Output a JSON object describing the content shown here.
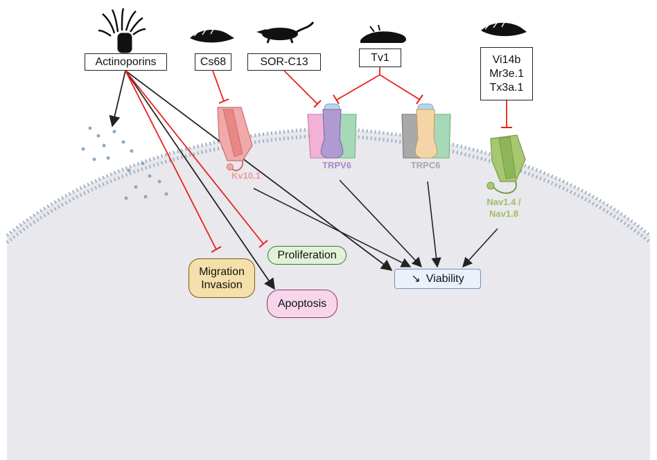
{
  "toxins": {
    "actinoporins": "Actinoporins",
    "cs68": "Cs68",
    "sor_c13": "SOR-C13",
    "tv1": "Tv1",
    "vi14b": "Vi14b",
    "mr3e1": "Mr3e.1",
    "tx3a1": "Tx3a.1"
  },
  "channels": {
    "kv101": "Kv10.1",
    "trpv6": "TRPV6",
    "trpc6": "TRPC6",
    "nav14": "Nav1.4 /",
    "nav18": "Nav1.8"
  },
  "outcomes": {
    "proliferation": "Proliferation",
    "migration": "Migration",
    "invasion": "Invasion",
    "apoptosis": "Apoptosis",
    "viability_arrow": "↘",
    "viability": "Viability"
  },
  "colors": {
    "inhibit": "#e8201c",
    "activate": "#222222",
    "kv101": "#ee9e9e",
    "trpv6": "#a58bc7",
    "trpc6": "#a8a8a8",
    "nav": "#9cbf63",
    "proliferation_fill": "#e3f1d8",
    "migration_fill": "#f5dfaa",
    "apoptosis_fill": "#f7d5ea",
    "viability_fill": "#eaf1fb"
  }
}
